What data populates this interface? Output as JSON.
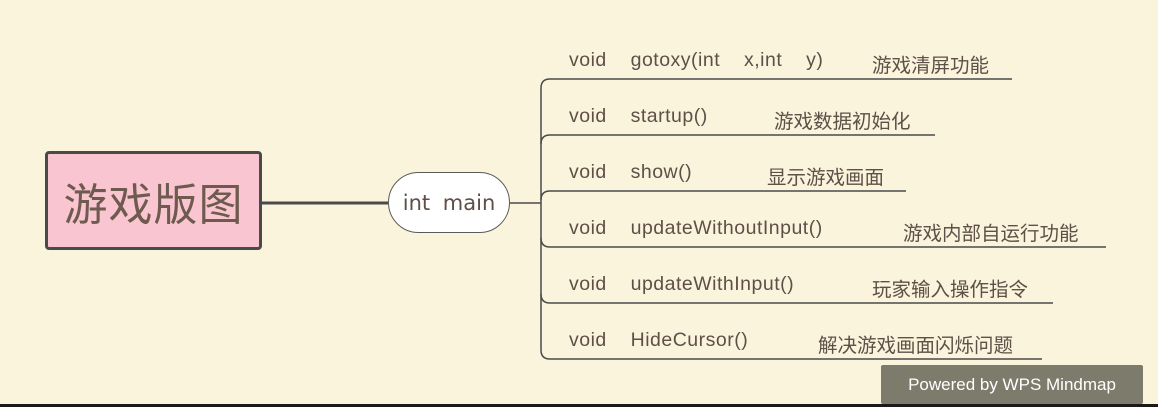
{
  "diagram": {
    "root": {
      "label": "游戏版图"
    },
    "center": {
      "label": "int  main"
    },
    "branches": [
      {
        "func": "void  gotoxy(int  x,int  y)",
        "desc": "游戏清屏功能"
      },
      {
        "func": "void  startup()",
        "desc": "游戏数据初始化"
      },
      {
        "func": "void  show()",
        "desc": "显示游戏画面"
      },
      {
        "func": "void  updateWithoutInput()",
        "desc": "游戏内部自运行功能"
      },
      {
        "func": "void  updateWithInput()",
        "desc": "玩家输入操作指令"
      },
      {
        "func": "void  HideCursor()",
        "desc": "解决游戏画面闪烁问题"
      }
    ]
  },
  "watermark": {
    "text": "Powered by WPS Mindmap"
  },
  "colors": {
    "background": "#fbf4dd",
    "root_fill": "#f9c5d0",
    "node_border": "#4a4a4a",
    "text": "#5e4f47",
    "watermark_bg": "#7d7b6b"
  }
}
